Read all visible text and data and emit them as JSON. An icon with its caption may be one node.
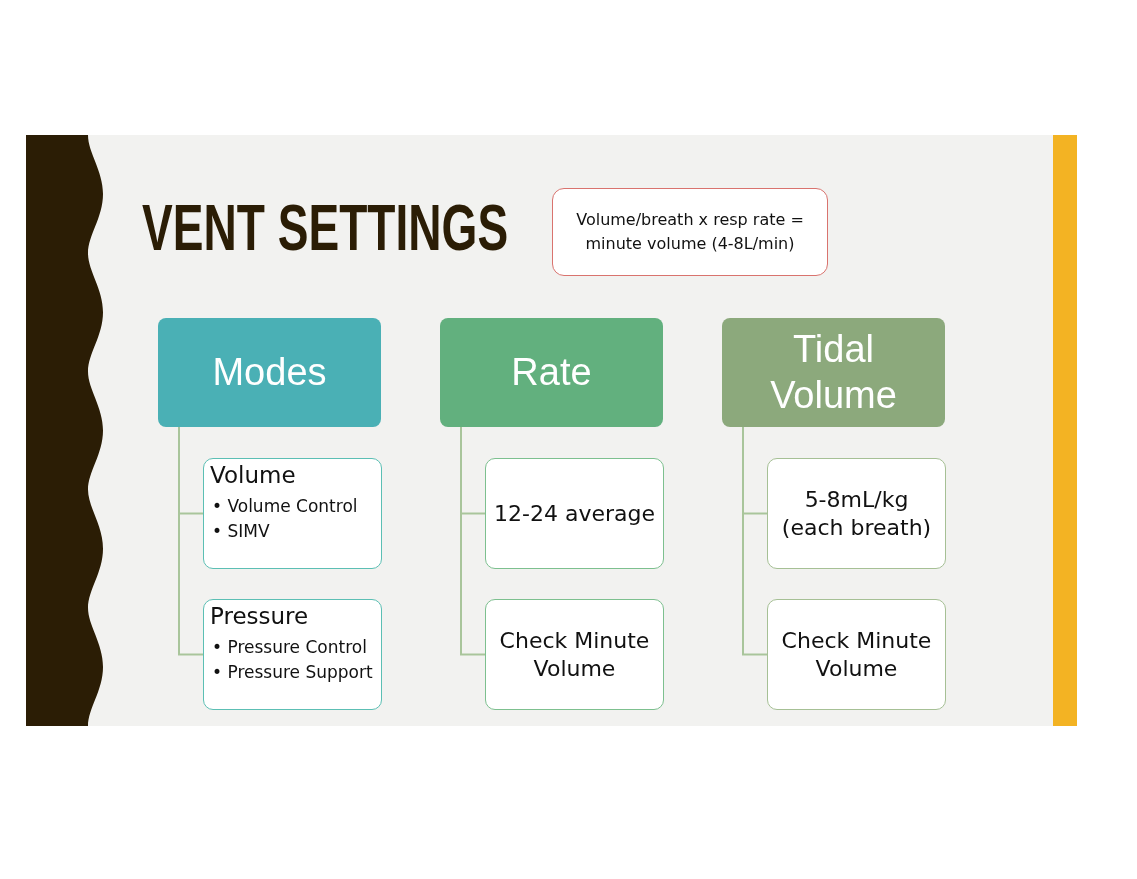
{
  "diagram": {
    "title": "VENT SETTINGS",
    "nodes": [
      {
        "text": [
          "Volume/breath x resp rate = minute volume (4-8L/min)"
        ]
      },
      {
        "text": [
          "Modes"
        ]
      },
      {
        "text": [
          "Volume",
          "• Volume Control",
          "• SIMV"
        ]
      },
      {
        "text": [
          "Pressure",
          "• Pressure Control",
          "• Pressure Support"
        ]
      },
      {
        "text": [
          "Rate"
        ]
      },
      {
        "text": [
          "12-24 average"
        ]
      },
      {
        "text": [
          "Check Minute Volume"
        ]
      },
      {
        "text": [
          "Tidal Volume"
        ]
      },
      {
        "text": [
          "5-8mL/kg (each breath)"
        ]
      },
      {
        "text": [
          "Check Minute Volume"
        ]
      }
    ],
    "edges": [
      {
        "from": 1,
        "to": 2,
        "arrow": "none"
      },
      {
        "from": 1,
        "to": 3,
        "arrow": "none"
      },
      {
        "from": 4,
        "to": 5,
        "arrow": "none"
      },
      {
        "from": 4,
        "to": 6,
        "arrow": "none"
      },
      {
        "from": 7,
        "to": 8,
        "arrow": "none"
      },
      {
        "from": 7,
        "to": 9,
        "arrow": "none"
      }
    ]
  }
}
